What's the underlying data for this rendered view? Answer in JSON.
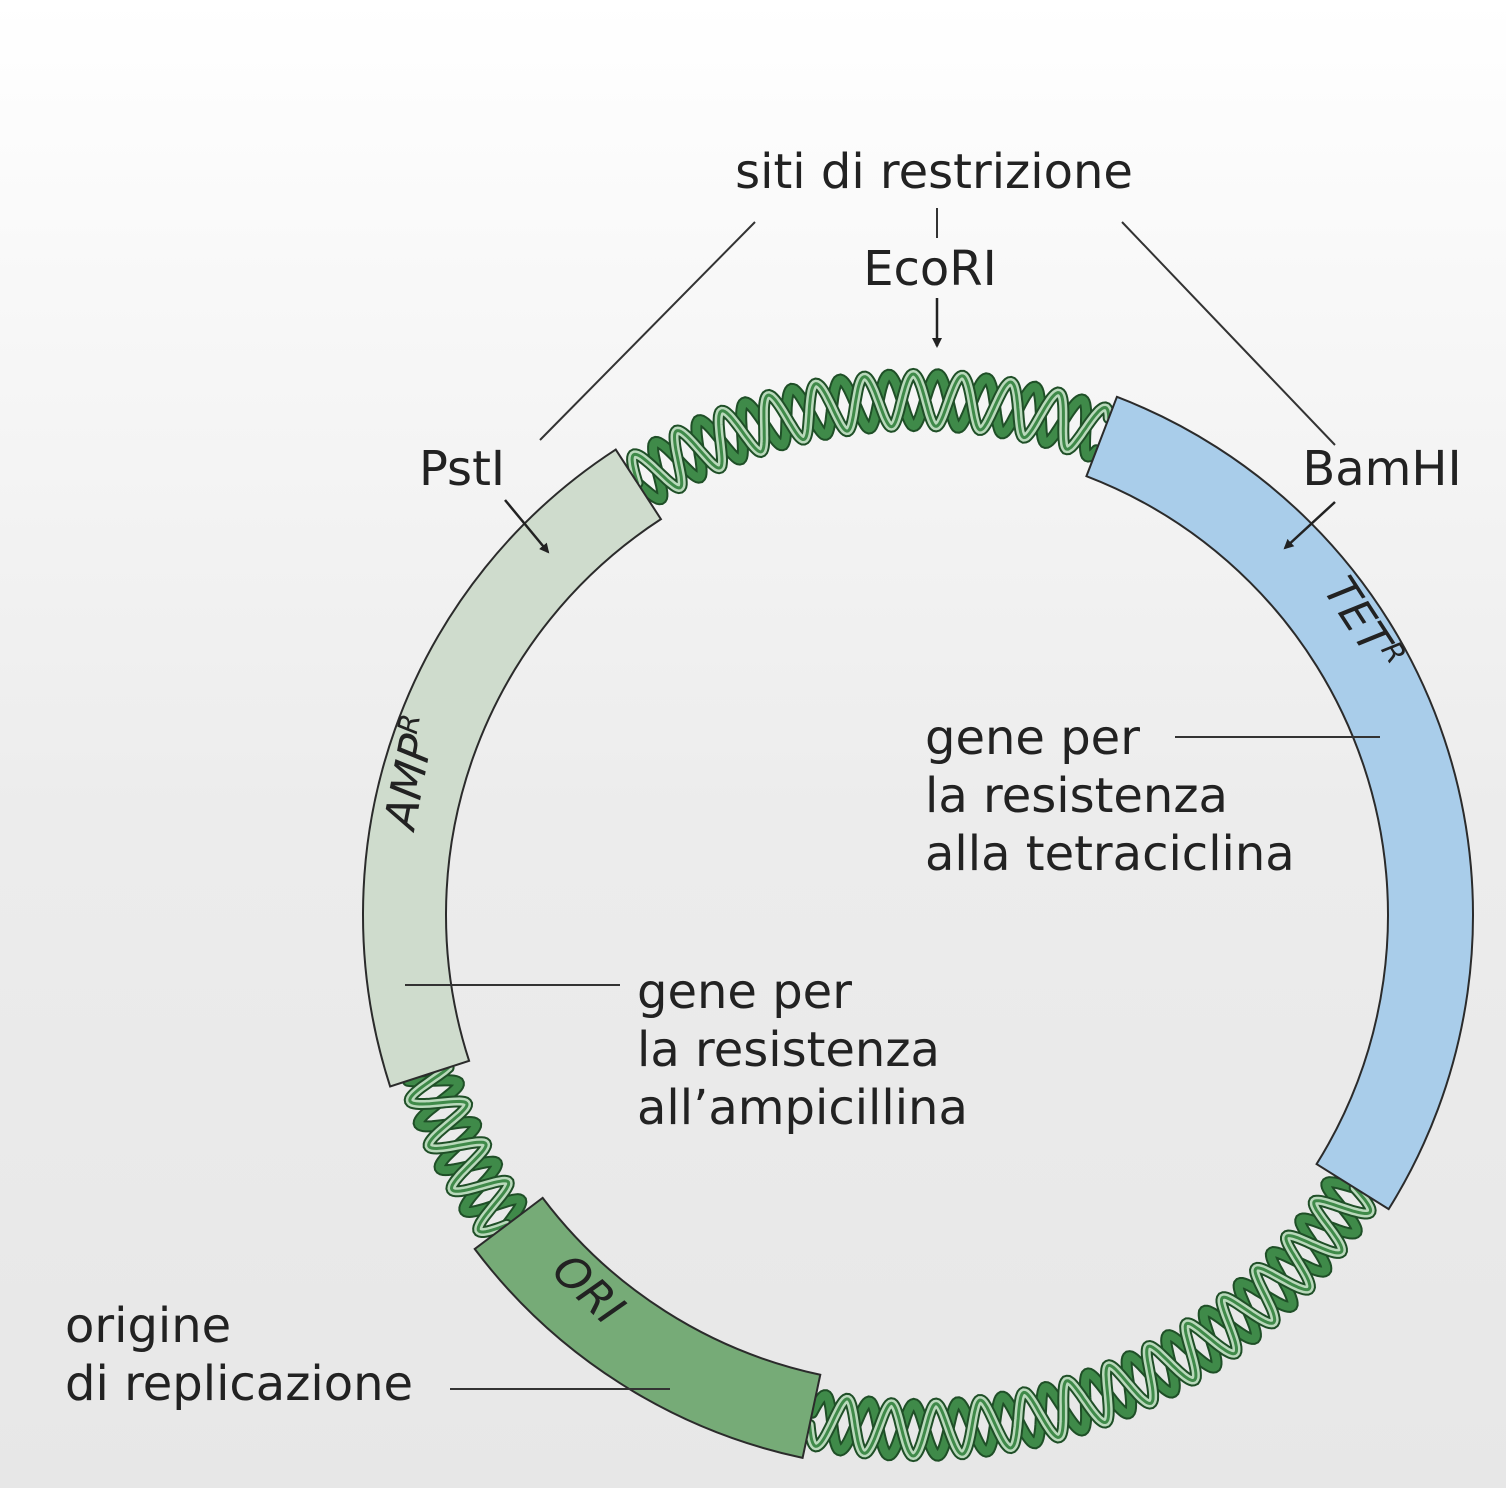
{
  "labels": {
    "restriction_sites": "siti di restrizione",
    "ecori": "EcoRI",
    "psti": "PstI",
    "bamhi": "BamHI",
    "tet_gene": [
      "gene per",
      "la resistenza",
      "alla tetraciclina"
    ],
    "amp_gene": [
      "gene per",
      "la resistenza",
      "all’ampicillina"
    ],
    "origin": [
      "origine",
      "di replicazione"
    ]
  },
  "segments": {
    "amp": {
      "text": "AMP",
      "sup": "R",
      "color": "#cfdccd"
    },
    "tet": {
      "text": "TET",
      "sup": "R",
      "color": "#a9cdea"
    },
    "ori": {
      "text": "ORI",
      "color": "#76ab77"
    }
  },
  "colors": {
    "dna_dark": "#3f8a49",
    "dna_light": "#b9d9bb",
    "outline": "#2b2b2b"
  }
}
